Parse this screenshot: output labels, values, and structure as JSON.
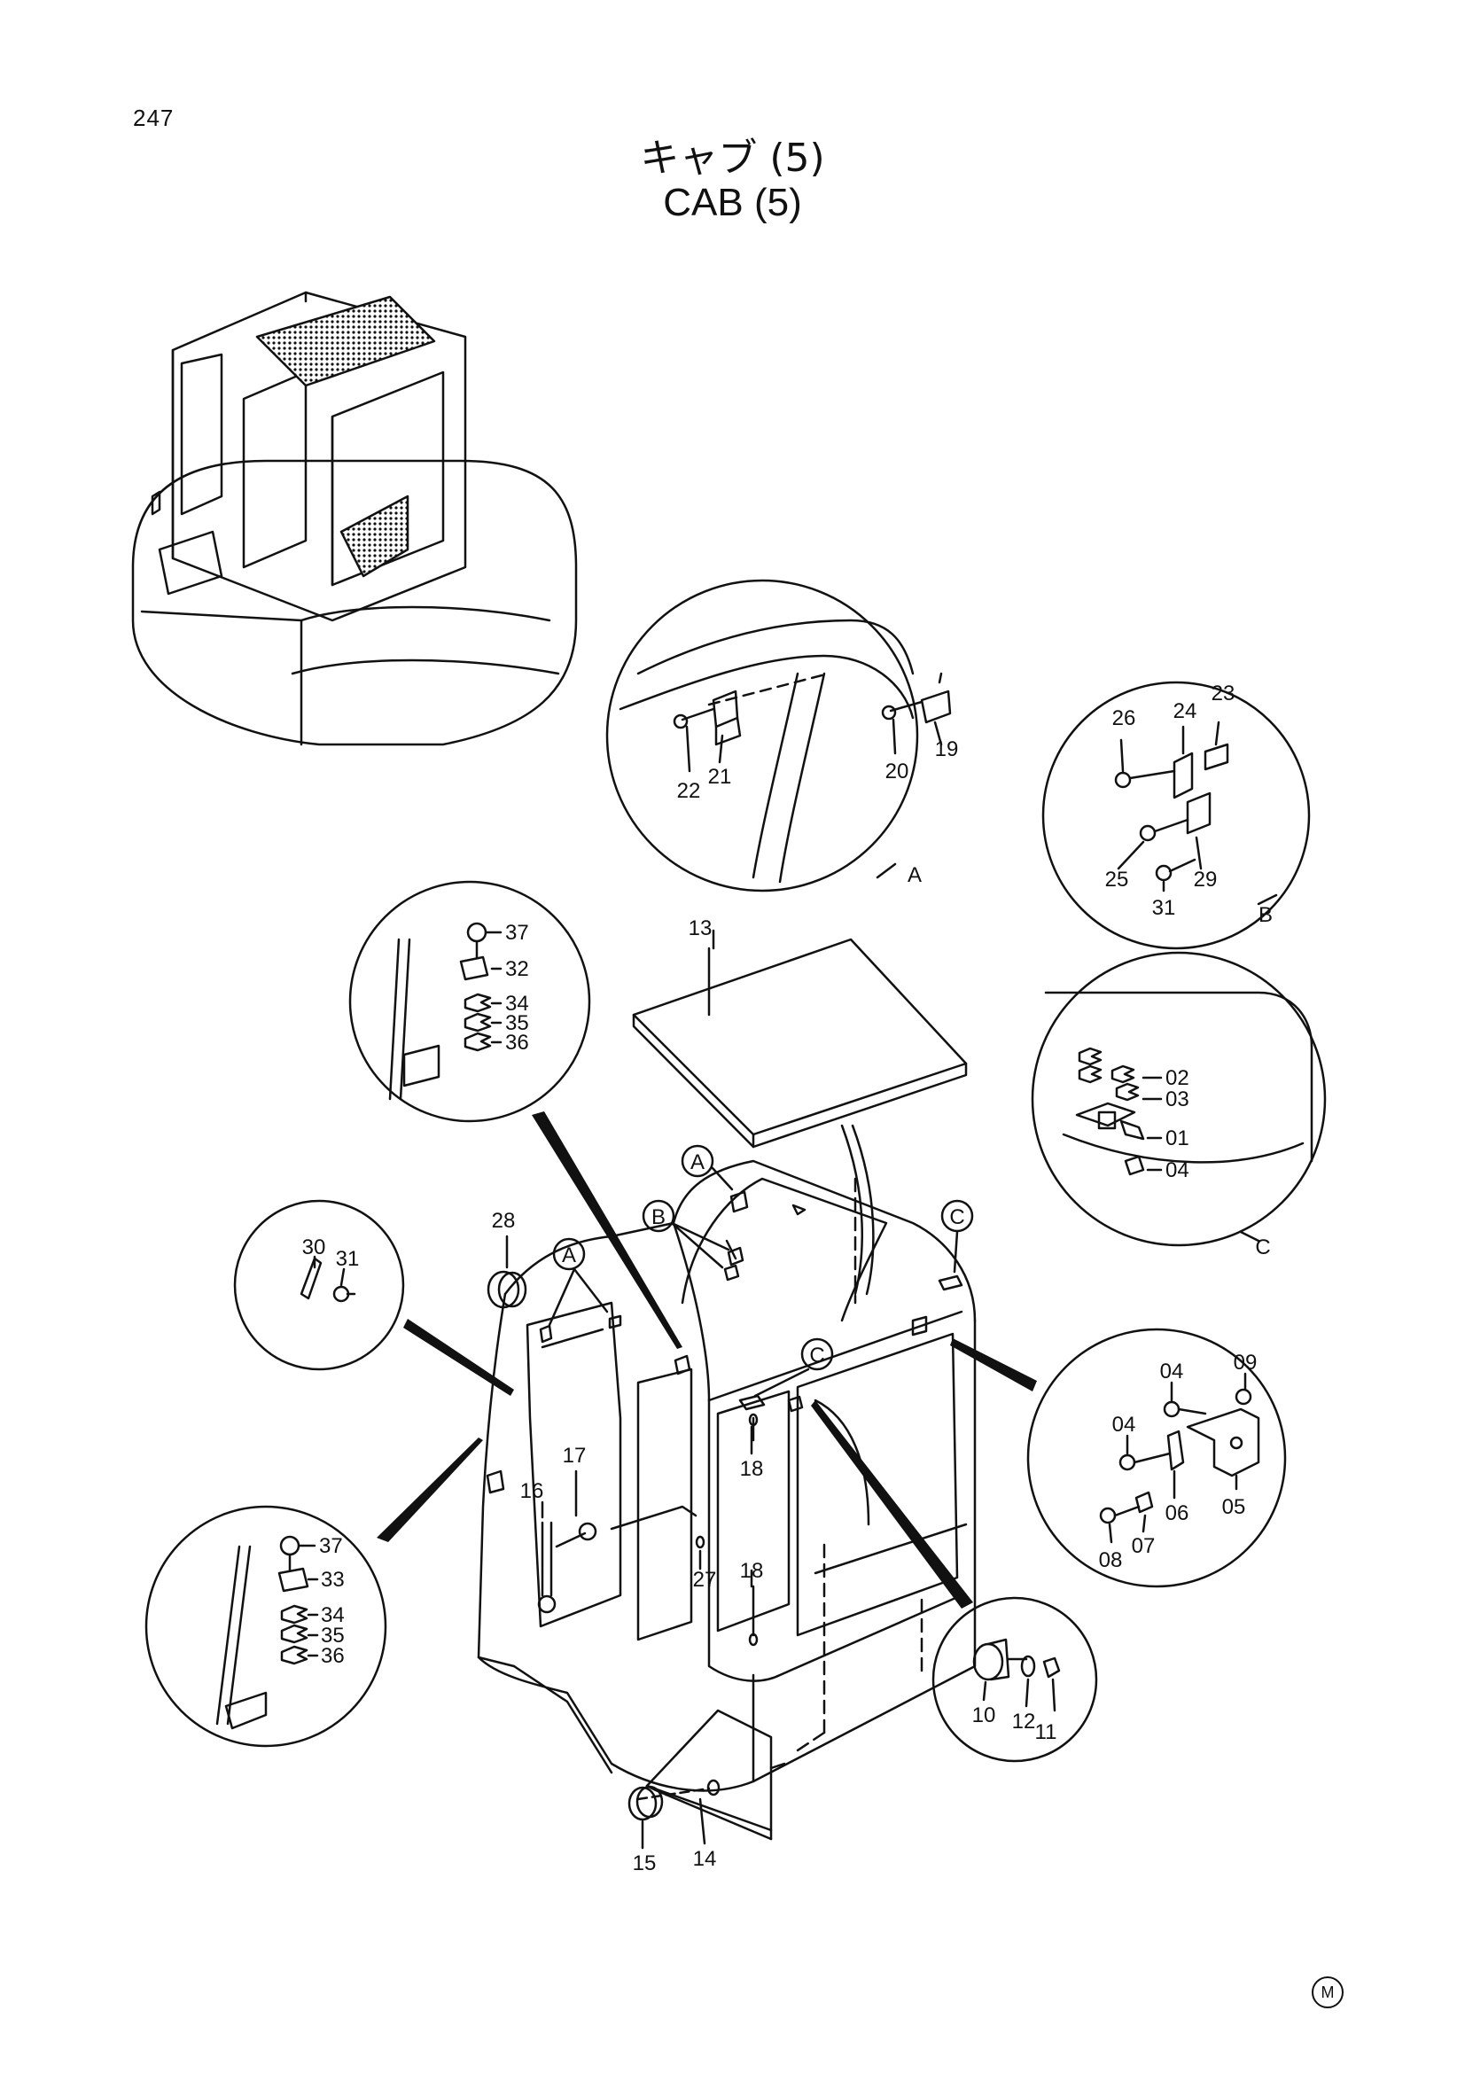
{
  "page": {
    "number": "247",
    "title_jp": "キャブ (5)",
    "title_en": "CAB (5)",
    "mark": "M"
  },
  "callouts": {
    "main": [
      {
        "id": "p13",
        "text": "13"
      },
      {
        "id": "p14",
        "text": "14"
      },
      {
        "id": "p15",
        "text": "15"
      },
      {
        "id": "p16",
        "text": "16"
      },
      {
        "id": "p17",
        "text": "17"
      },
      {
        "id": "p18a",
        "text": "18"
      },
      {
        "id": "p18b",
        "text": "18"
      },
      {
        "id": "p27",
        "text": "27"
      },
      {
        "id": "p28",
        "text": "28"
      }
    ],
    "detail_a": [
      {
        "id": "a22",
        "text": "22"
      },
      {
        "id": "a21",
        "text": "21"
      },
      {
        "id": "a20",
        "text": "20"
      },
      {
        "id": "a19",
        "text": "19"
      },
      {
        "id": "a_label",
        "text": "A"
      }
    ],
    "detail_b": [
      {
        "id": "b26",
        "text": "26"
      },
      {
        "id": "b24",
        "text": "24"
      },
      {
        "id": "b23",
        "text": "23"
      },
      {
        "id": "b25",
        "text": "25"
      },
      {
        "id": "b29",
        "text": "29"
      },
      {
        "id": "b31",
        "text": "31"
      },
      {
        "id": "b_label",
        "text": "B"
      }
    ],
    "detail_c": [
      {
        "id": "c02",
        "text": "02"
      },
      {
        "id": "c03",
        "text": "03"
      },
      {
        "id": "c01",
        "text": "01"
      },
      {
        "id": "c04",
        "text": "04"
      },
      {
        "id": "c_label",
        "text": "C"
      }
    ],
    "detail_upper_left": [
      {
        "id": "u37",
        "text": "37"
      },
      {
        "id": "u32",
        "text": "32"
      },
      {
        "id": "u34",
        "text": "34"
      },
      {
        "id": "u35",
        "text": "35"
      },
      {
        "id": "u36",
        "text": "36"
      }
    ],
    "detail_left": [
      {
        "id": "l30",
        "text": "30"
      },
      {
        "id": "l31",
        "text": "31"
      }
    ],
    "detail_lower_left": [
      {
        "id": "w37",
        "text": "37"
      },
      {
        "id": "w33",
        "text": "33"
      },
      {
        "id": "w34",
        "text": "34"
      },
      {
        "id": "w35",
        "text": "35"
      },
      {
        "id": "w36",
        "text": "36"
      }
    ],
    "detail_right": [
      {
        "id": "r04a",
        "text": "04"
      },
      {
        "id": "r09",
        "text": "09"
      },
      {
        "id": "r04b",
        "text": "04"
      },
      {
        "id": "r05",
        "text": "05"
      },
      {
        "id": "r06",
        "text": "06"
      },
      {
        "id": "r07",
        "text": "07"
      },
      {
        "id": "r08",
        "text": "08"
      }
    ],
    "detail_bottom": [
      {
        "id": "d10",
        "text": "10"
      },
      {
        "id": "d12",
        "text": "12"
      },
      {
        "id": "d11",
        "text": "11"
      }
    ],
    "ref_markers": [
      {
        "id": "mA1",
        "text": "A"
      },
      {
        "id": "mA2",
        "text": "A"
      },
      {
        "id": "mB",
        "text": "B"
      },
      {
        "id": "mC1",
        "text": "C"
      },
      {
        "id": "mC2",
        "text": "C"
      }
    ]
  }
}
